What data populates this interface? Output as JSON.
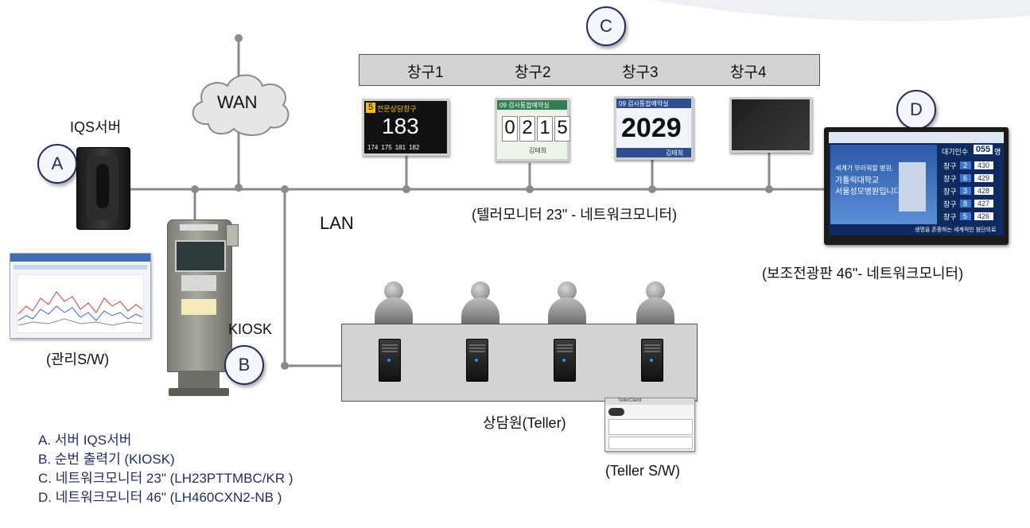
{
  "server": {
    "label": "IQS서버",
    "marker": "A"
  },
  "wan": {
    "label": "WAN"
  },
  "lan": {
    "label": "LAN"
  },
  "kiosk": {
    "label": "KIOSK",
    "marker": "B"
  },
  "mgmt": {
    "label": "(관리S/W)"
  },
  "windows_bar": {
    "marker": "C",
    "items": [
      "창구1",
      "창구2",
      "창구3",
      "창구4"
    ]
  },
  "teller_monitors": {
    "caption": "(텔러모니터 23\" - 네트워크모니터)",
    "m1": {
      "badge": "5",
      "title": "전문상담창구",
      "number": "183",
      "row": [
        "174",
        "175",
        "181",
        "182"
      ]
    },
    "m2": {
      "title": "09 검사통합예약실",
      "digits": [
        "0",
        "2",
        "1",
        "5"
      ],
      "name": "김태희"
    },
    "m3": {
      "title": "09 검사통합예약실",
      "number": "2029",
      "name": "김태희"
    }
  },
  "sub_display": {
    "marker": "D",
    "caption": "(보조전광판 46\"- 네트워크모니터)",
    "waiting_label": "대기인수",
    "waiting_count": "055",
    "waiting_unit": "명",
    "rows": [
      {
        "label": "창구",
        "window": "2",
        "number": "430"
      },
      {
        "label": "창구",
        "window": "6",
        "number": "429"
      },
      {
        "label": "창구",
        "window": "3",
        "number": "428"
      },
      {
        "label": "창구",
        "window": "8",
        "number": "427"
      },
      {
        "label": "창구",
        "window": "5",
        "number": "426"
      }
    ],
    "ad_lines": [
      "세계가 부러워할 병원,",
      "가톨릭대학교",
      "서울성모병원입니다"
    ],
    "footer": "생명을 존중하는 세계적인 첨단의료"
  },
  "teller": {
    "label": "상담원(Teller)"
  },
  "teller_sw": {
    "label": "(Teller S/W)",
    "window_title": "TellerClient"
  },
  "legend": [
    "A. 서버 IQS서버",
    "B. 순번 출력기 (KIOSK)",
    "C. 네트워크모니터 23\" (LH23PTTMBC/KR )",
    "D. 네트워크모니터 46\" (LH460CXN2-NB )"
  ]
}
